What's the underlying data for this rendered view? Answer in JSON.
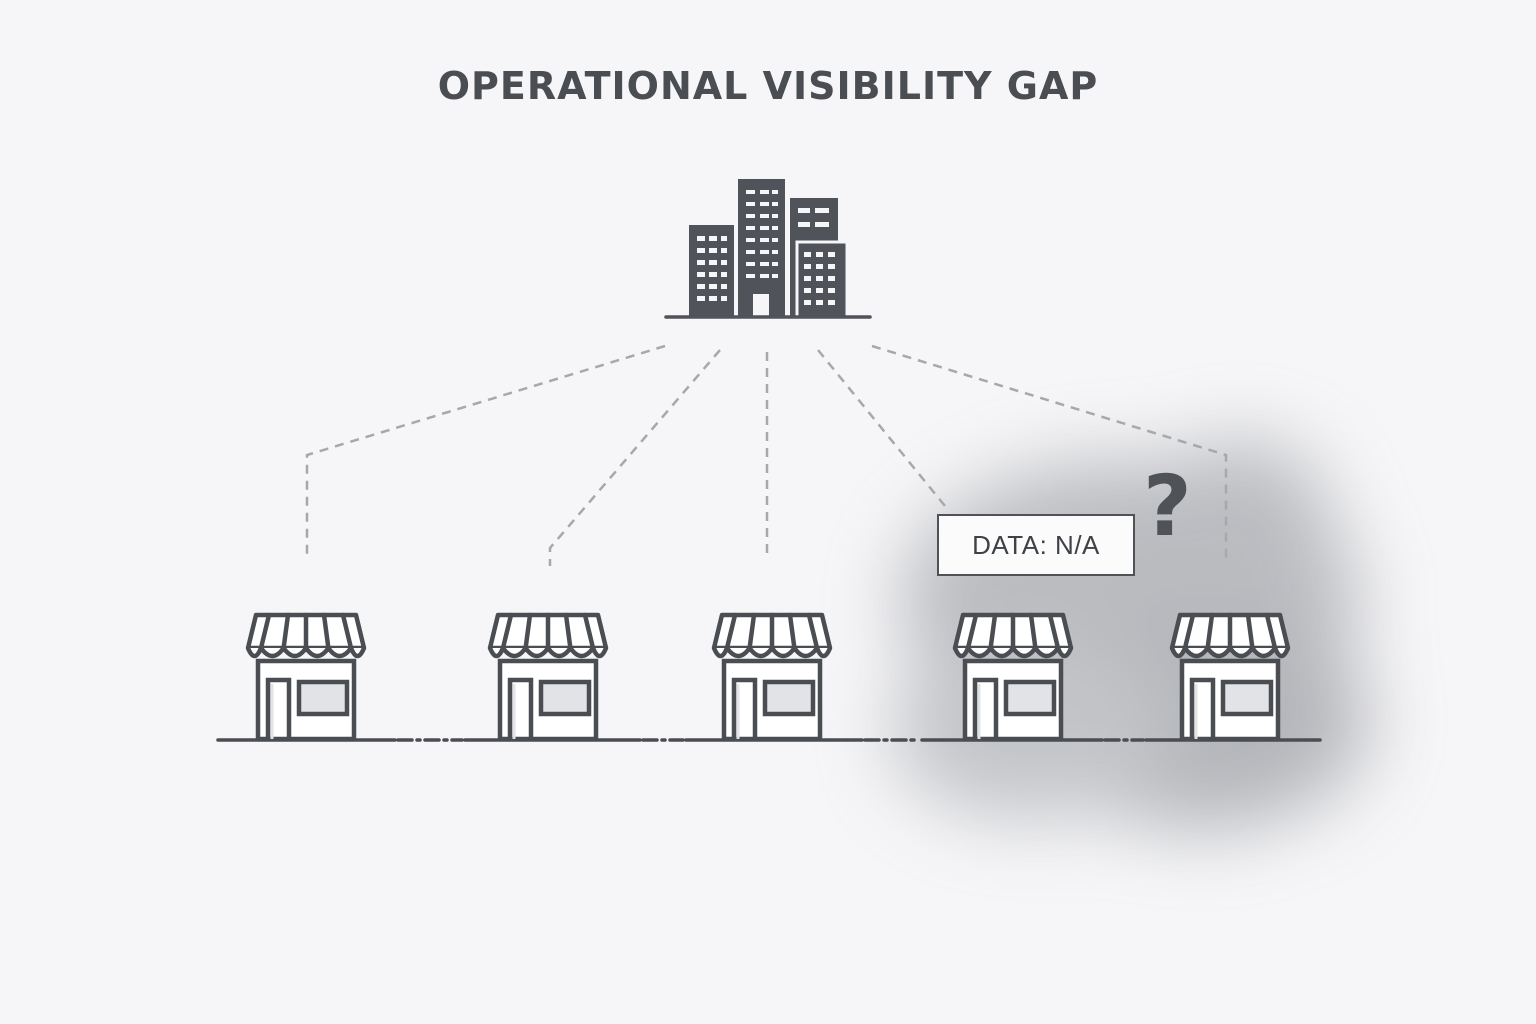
{
  "title": "OPERATIONAL VISIBILITY GAP",
  "status_box": "DATA: N/A",
  "unknown_mark": "?",
  "icons": {
    "headquarters": "office-buildings-icon",
    "store": "storefront-icon"
  },
  "store_count": 5,
  "colors": {
    "background": "#f6f6f8",
    "ink": "#4a4d52",
    "dashed_line": "#a6a8ad",
    "window_fill": "#e2e3e6",
    "fog": "#8a8d93"
  }
}
